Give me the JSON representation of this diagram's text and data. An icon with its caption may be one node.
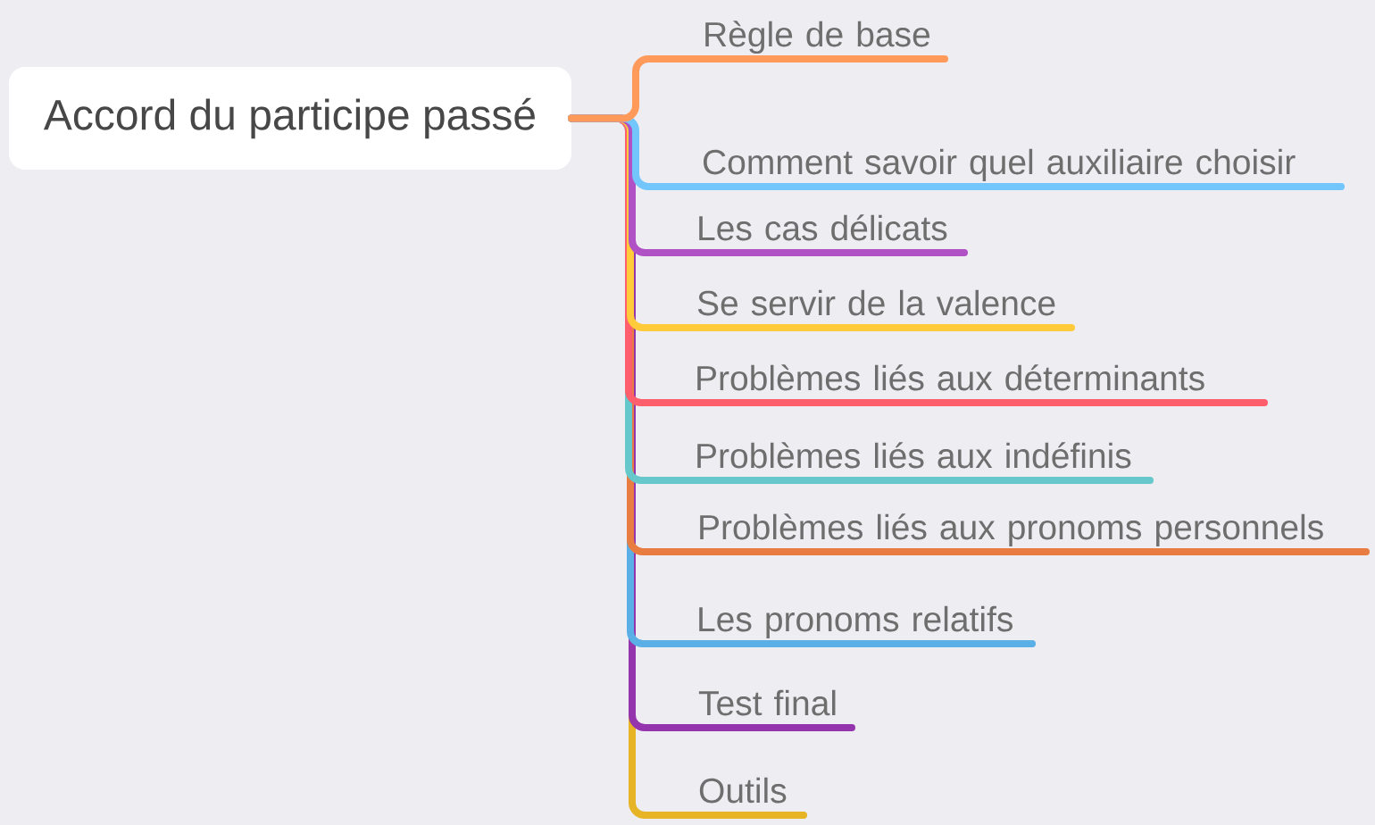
{
  "diagram": {
    "nodes": [
      {
        "text": [
          "Accord du participe passé"
        ]
      },
      {
        "text": [
          "Règle de base"
        ]
      },
      {
        "text": [
          "Comment savoir quel auxiliaire choisir"
        ]
      },
      {
        "text": [
          "Les cas délicats"
        ]
      },
      {
        "text": [
          "Se servir de la valence"
        ]
      },
      {
        "text": [
          "Problèmes liés aux déterminants"
        ]
      },
      {
        "text": [
          "Problèmes liés aux indéfinis"
        ]
      },
      {
        "text": [
          "Problèmes liés aux pronoms personnels"
        ]
      },
      {
        "text": [
          "Les pronoms relatifs"
        ]
      },
      {
        "text": [
          "Test final"
        ]
      },
      {
        "text": [
          "Outils"
        ]
      }
    ],
    "edges": [
      {
        "from": 0,
        "to": 1,
        "arrow": "none",
        "color": "#ff9a5a"
      },
      {
        "from": 0,
        "to": 2,
        "arrow": "none",
        "color": "#73c6fc"
      },
      {
        "from": 0,
        "to": 3,
        "arrow": "none",
        "color": "#b052c6"
      },
      {
        "from": 0,
        "to": 4,
        "arrow": "none",
        "color": "#ffcb3a"
      },
      {
        "from": 0,
        "to": 5,
        "arrow": "none",
        "color": "#ff5f6c"
      },
      {
        "from": 0,
        "to": 6,
        "arrow": "none",
        "color": "#66c8cb"
      },
      {
        "from": 0,
        "to": 7,
        "arrow": "none",
        "color": "#e87c41"
      },
      {
        "from": 0,
        "to": 8,
        "arrow": "none",
        "color": "#5aafe6"
      },
      {
        "from": 0,
        "to": 9,
        "arrow": "none",
        "color": "#9535ad"
      },
      {
        "from": 0,
        "to": 10,
        "arrow": "none",
        "color": "#e6b425"
      }
    ]
  }
}
